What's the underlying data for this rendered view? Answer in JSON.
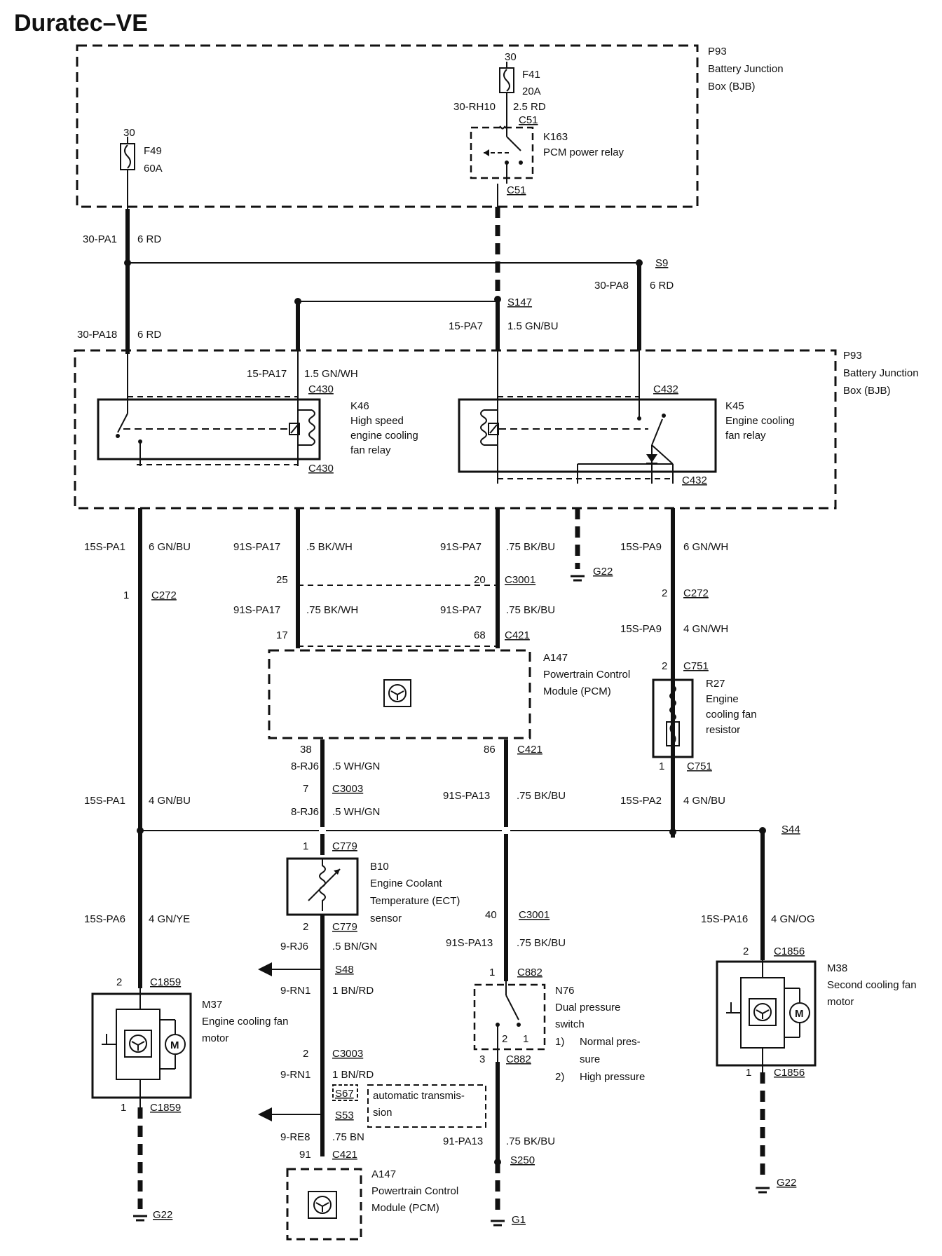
{
  "title": "Duratec–VE",
  "labels": {
    "bjb_top": [
      "P93",
      "Battery Junction",
      "Box (BJB)"
    ],
    "bjb_mid": [
      "P93",
      "Battery Junction",
      "Box (BJB)"
    ],
    "f49": [
      "F49",
      "60A"
    ],
    "f41": [
      "F41",
      "20A"
    ],
    "k163": [
      "K163",
      "PCM power relay"
    ],
    "k46": [
      "K46",
      "High speed",
      "engine cooling",
      "fan relay"
    ],
    "k45": [
      "K45",
      "Engine cooling",
      "fan relay"
    ],
    "a147_top": [
      "A147",
      "Powertrain Control",
      "Module (PCM)"
    ],
    "a147_bot": [
      "A147",
      "Powertrain Control",
      "Module (PCM)"
    ],
    "r27": [
      "R27",
      "Engine",
      "cooling fan",
      "resistor"
    ],
    "b10": [
      "B10",
      "Engine Coolant",
      "Temperature (ECT)",
      "sensor"
    ],
    "n76": [
      "N76",
      "Dual pressure",
      "switch",
      "1)",
      "Normal pres-",
      "sure",
      "2)",
      "High pressure"
    ],
    "m37": [
      "M37",
      "Engine cooling fan",
      "motor"
    ],
    "m38": [
      "M38",
      "Second cooling fan",
      "motor"
    ],
    "auto_trans": [
      "automatic transmis-",
      "sion"
    ],
    "wires": [
      "30-RH10",
      "2.5 RD",
      "30-PA1",
      "6 RD",
      "30-PA8",
      "6 RD",
      "30-PA18",
      "6 RD",
      "15-PA7",
      "1.5 GN/BU",
      "15-PA17",
      "1.5 GN/WH",
      "15S-PA1",
      "6 GN/BU",
      "91S-PA17",
      ".5 BK/WH",
      "91S-PA7",
      ".75 BK/BU",
      "15S-PA9",
      "6 GN/WH",
      "91S-PA17",
      ".75 BK/WH",
      "91S-PA7",
      ".75 BK/BU",
      "15S-PA9",
      "4 GN/WH",
      "8-RJ6",
      ".5 WH/GN",
      "8-RJ6",
      ".5 WH/GN",
      "91S-PA13",
      ".75 BK/BU",
      "15S-PA1",
      "4 GN/BU",
      "15S-PA2",
      "4 GN/BU",
      "15S-PA6",
      "4 GN/YE",
      "9-RJ6",
      ".5 BN/GN",
      "91S-PA13",
      ".75 BK/BU",
      "15S-PA16",
      "4 GN/OG",
      "9-RN1",
      "1 BN/RD",
      "9-RN1",
      "1 BN/RD",
      "9-RE8",
      ".75 BN",
      "91-PA13",
      ".75 BK/BU"
    ],
    "connectors": [
      "C51",
      "C51",
      "C430",
      "C430",
      "C432",
      "C432",
      "C3001",
      "C272",
      "C272",
      "C421",
      "C751",
      "C751",
      "C421",
      "C3003",
      "C779",
      "C779",
      "C3001",
      "C882",
      "C882",
      "C1856",
      "C1856",
      "C1859",
      "C1859",
      "C3003",
      "C421",
      "S9",
      "S147",
      "S44",
      "S48",
      "S67",
      "S53",
      "S250",
      "G22",
      "G22",
      "G22",
      "G1"
    ],
    "pins": [
      "30",
      "30",
      "1",
      "25",
      "20",
      "2",
      "17",
      "68",
      "2",
      "1",
      "38",
      "86",
      "7",
      "1",
      "40",
      "2",
      "1",
      "2",
      "2",
      "2",
      "1",
      "3",
      "1",
      "2",
      "1",
      "91"
    ]
  }
}
